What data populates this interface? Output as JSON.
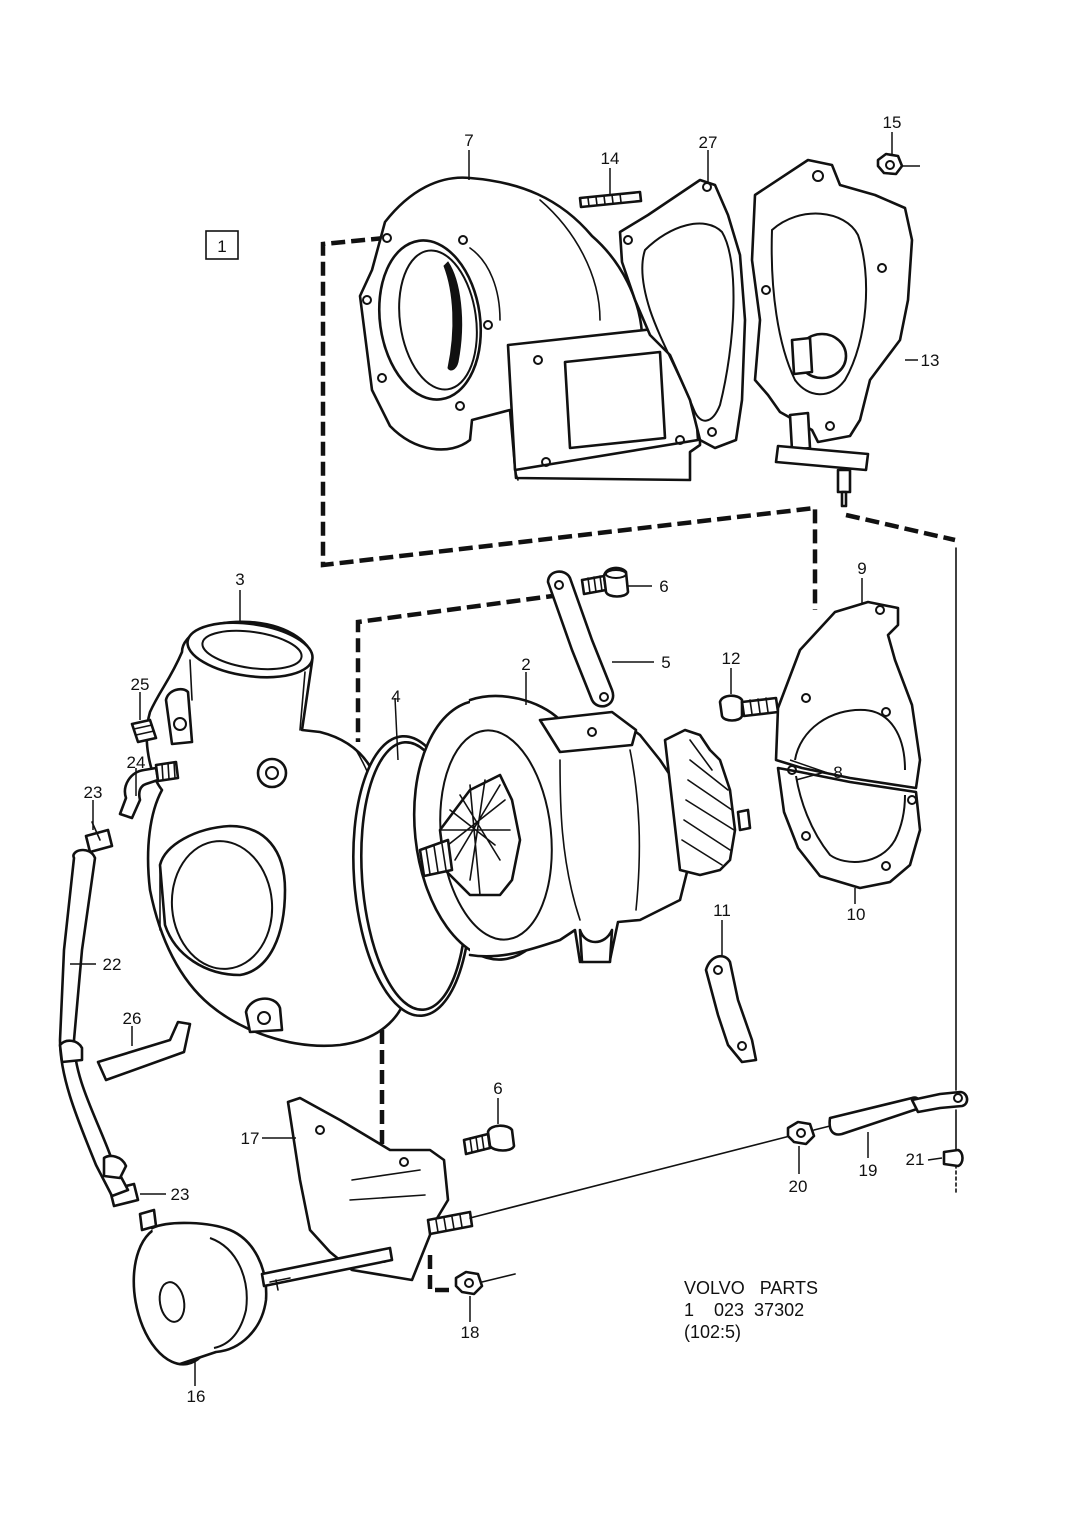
{
  "callouts": [
    {
      "id": "1",
      "label": "1"
    },
    {
      "id": "2",
      "label": "2"
    },
    {
      "id": "3",
      "label": "3"
    },
    {
      "id": "4",
      "label": "4"
    },
    {
      "id": "5",
      "label": "5"
    },
    {
      "id": "6a",
      "label": "6"
    },
    {
      "id": "6b",
      "label": "6"
    },
    {
      "id": "7",
      "label": "7"
    },
    {
      "id": "8",
      "label": "8"
    },
    {
      "id": "9",
      "label": "9"
    },
    {
      "id": "10",
      "label": "10"
    },
    {
      "id": "11",
      "label": "11"
    },
    {
      "id": "12",
      "label": "12"
    },
    {
      "id": "13",
      "label": "13"
    },
    {
      "id": "14",
      "label": "14"
    },
    {
      "id": "15",
      "label": "15"
    },
    {
      "id": "16",
      "label": "16"
    },
    {
      "id": "17",
      "label": "17"
    },
    {
      "id": "18",
      "label": "18"
    },
    {
      "id": "19",
      "label": "19"
    },
    {
      "id": "20",
      "label": "20"
    },
    {
      "id": "21",
      "label": "21"
    },
    {
      "id": "22",
      "label": "22"
    },
    {
      "id": "23a",
      "label": "23"
    },
    {
      "id": "23b",
      "label": "23"
    },
    {
      "id": "24",
      "label": "24"
    },
    {
      "id": "25",
      "label": "25"
    },
    {
      "id": "26",
      "label": "26"
    },
    {
      "id": "27",
      "label": "27"
    }
  ],
  "reference": {
    "line1": "VOLVO   PARTS",
    "line2": "1    023  37302",
    "line3": "(102:5)"
  },
  "colors": {
    "ink": "#111111",
    "paper": "#ffffff"
  }
}
